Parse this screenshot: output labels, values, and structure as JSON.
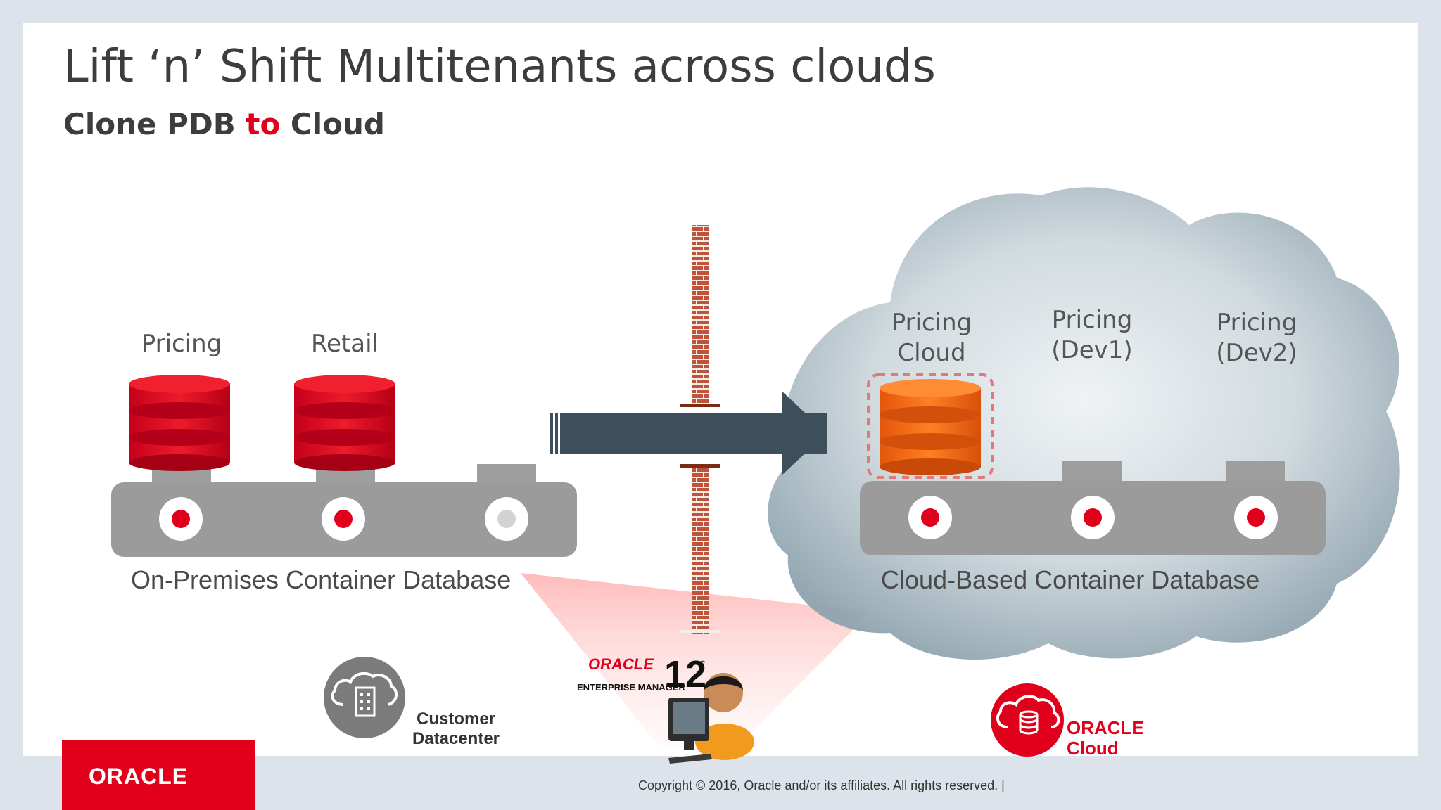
{
  "slide": {
    "title": "Lift ‘n’ Shift Multitenants across clouds",
    "subtitle_part1": "Clone PDB ",
    "subtitle_highlight": "to",
    "subtitle_part2": " Cloud",
    "accent_color": "#e0001b"
  },
  "on_premises": {
    "db_labels": [
      "Pricing",
      "Retail"
    ],
    "container_label": "On-Premises Container Database",
    "datacenter_label_line1": "Customer",
    "datacenter_label_line2": "Datacenter",
    "slots": [
      "filled",
      "filled",
      "empty"
    ]
  },
  "cloud": {
    "db_labels": [
      {
        "line1": "Pricing",
        "line2": "Cloud"
      },
      {
        "line1": "Pricing",
        "line2": "(Dev1)"
      },
      {
        "line1": "Pricing",
        "line2": "(Dev2)"
      }
    ],
    "container_label": "Cloud-Based Container Database",
    "oracle_cloud_line1": "ORACLE",
    "oracle_cloud_line2": "Cloud",
    "slots": [
      "filled",
      "filled",
      "filled"
    ]
  },
  "enterprise_manager": {
    "brand": "ORACLE",
    "product": "ENTERPRISE MANAGER",
    "version": "12",
    "version_suffix": "c"
  },
  "footer": {
    "copyright": "Copyright © 2016, Oracle and/or its affiliates. All rights reserved.  |",
    "logo": "ORACLE"
  },
  "icons": [
    "database-icon",
    "cloud-building-icon",
    "oracle-cloud-icon",
    "firewall-icon",
    "arrow-icon",
    "user-computer-icon"
  ]
}
